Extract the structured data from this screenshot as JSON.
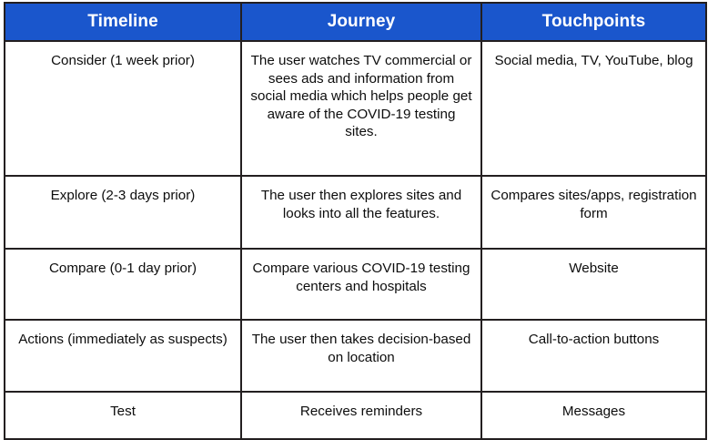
{
  "table": {
    "headers": [
      {
        "label": "Timeline"
      },
      {
        "label": "Journey"
      },
      {
        "label": "Touchpoints"
      }
    ],
    "rows": [
      {
        "timeline": "Consider (1 week prior)",
        "journey": "The user watches TV commercial or sees ads and information from social media which helps people get aware of the COVID-19 testing sites.",
        "touchpoints": "Social media, TV, YouTube, blog"
      },
      {
        "timeline": "Explore (2-3 days prior)",
        "journey": "The user then explores sites and looks into all the features.",
        "touchpoints": "Compares sites/apps, registration form"
      },
      {
        "timeline": "Compare (0-1 day prior)",
        "journey": "Compare various COVID-19 testing centers and hospitals",
        "touchpoints": "Website"
      },
      {
        "timeline": "Actions (immediately as suspects)",
        "journey": "The user then takes decision-based on location",
        "touchpoints": "Call-to-action buttons"
      },
      {
        "timeline": "Test",
        "journey": "Receives reminders",
        "touchpoints": "Messages"
      }
    ]
  },
  "colors": {
    "header_background": "#1a56cc",
    "header_text": "#ffffff",
    "border": "#231f20",
    "cell_background": "#ffffff",
    "cell_text": "#0d0d0d"
  }
}
